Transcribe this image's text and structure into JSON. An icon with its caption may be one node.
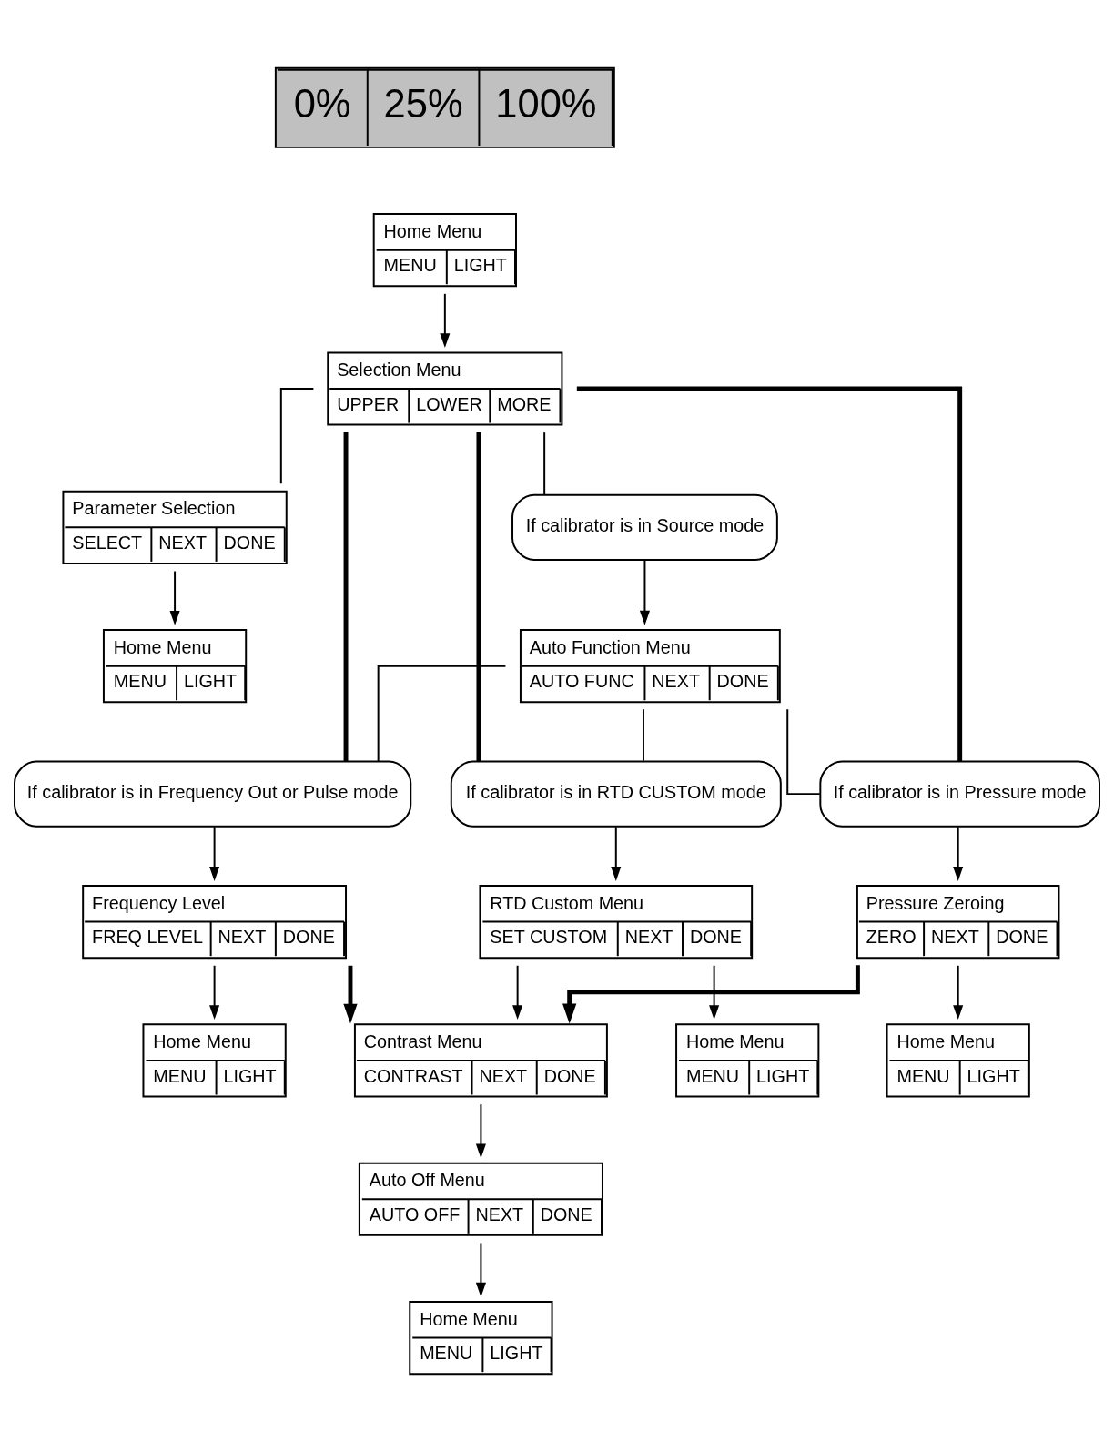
{
  "diagram": {
    "nodes": [
      {
        "text": [
          "0%",
          "25%",
          "100%"
        ]
      },
      {
        "text": [
          "Home Menu",
          "MENU",
          "LIGHT"
        ]
      },
      {
        "text": [
          "Selection Menu",
          "UPPER",
          "LOWER",
          "MORE"
        ]
      },
      {
        "text": [
          "Parameter Selection",
          "SELECT",
          "NEXT",
          "DONE"
        ]
      },
      {
        "text": [
          "Home Menu",
          "MENU",
          "LIGHT"
        ]
      },
      {
        "text": [
          "If calibrator is in Source mode"
        ]
      },
      {
        "text": [
          "Auto Function Menu",
          "AUTO FUNC",
          "NEXT",
          "DONE"
        ]
      },
      {
        "text": [
          "If calibrator is in Frequency Out or Pulse mode"
        ]
      },
      {
        "text": [
          "If calibrator is in RTD CUSTOM mode"
        ]
      },
      {
        "text": [
          "If calibrator is in Pressure mode"
        ]
      },
      {
        "text": [
          "Frequency Level",
          "FREQ LEVEL",
          "NEXT",
          "DONE"
        ]
      },
      {
        "text": [
          "RTD Custom Menu",
          "SET CUSTOM",
          "NEXT",
          "DONE"
        ]
      },
      {
        "text": [
          "Pressure Zeroing",
          "ZERO",
          "NEXT",
          "DONE"
        ]
      },
      {
        "text": [
          "Home Menu",
          "MENU",
          "LIGHT"
        ]
      },
      {
        "text": [
          "Home Menu",
          "MENU",
          "LIGHT"
        ]
      },
      {
        "text": [
          "Home Menu",
          "MENU",
          "LIGHT"
        ]
      },
      {
        "text": [
          "Contrast Menu",
          "CONTRAST",
          "NEXT",
          "DONE"
        ]
      },
      {
        "text": [
          "Auto Off Menu",
          "AUTO OFF",
          "NEXT",
          "DONE"
        ]
      },
      {
        "text": [
          "Home Menu",
          "MENU",
          "LIGHT"
        ]
      }
    ],
    "edges": [
      {
        "from": 1,
        "to": 2,
        "arrow": "to"
      },
      {
        "from": 2,
        "to": 3,
        "arrow": "none"
      },
      {
        "from": 3,
        "to": 4,
        "arrow": "to"
      },
      {
        "from": 2,
        "to": 5,
        "arrow": "none"
      },
      {
        "from": 5,
        "to": 6,
        "arrow": "to"
      },
      {
        "from": 2,
        "to": 7,
        "arrow": "none",
        "style": "thick"
      },
      {
        "from": 2,
        "to": 8,
        "arrow": "none",
        "style": "thick"
      },
      {
        "from": 2,
        "to": 9,
        "arrow": "none",
        "style": "thick"
      },
      {
        "from": 6,
        "to": 7,
        "arrow": "none"
      },
      {
        "from": 6,
        "to": 8,
        "arrow": "none"
      },
      {
        "from": 6,
        "to": 9,
        "arrow": "none"
      },
      {
        "from": 7,
        "to": 10,
        "arrow": "to"
      },
      {
        "from": 8,
        "to": 11,
        "arrow": "to"
      },
      {
        "from": 9,
        "to": 12,
        "arrow": "to"
      },
      {
        "from": 10,
        "to": 13,
        "arrow": "to"
      },
      {
        "from": 11,
        "to": 14,
        "arrow": "to"
      },
      {
        "from": 12,
        "to": 15,
        "arrow": "to"
      },
      {
        "from": 10,
        "to": 16,
        "arrow": "to",
        "style": "thick"
      },
      {
        "from": 11,
        "to": 16,
        "arrow": "to"
      },
      {
        "from": 12,
        "to": 16,
        "arrow": "to",
        "style": "thick"
      },
      {
        "from": 16,
        "to": 17,
        "arrow": "to"
      },
      {
        "from": 17,
        "to": 18,
        "arrow": "to"
      }
    ]
  }
}
